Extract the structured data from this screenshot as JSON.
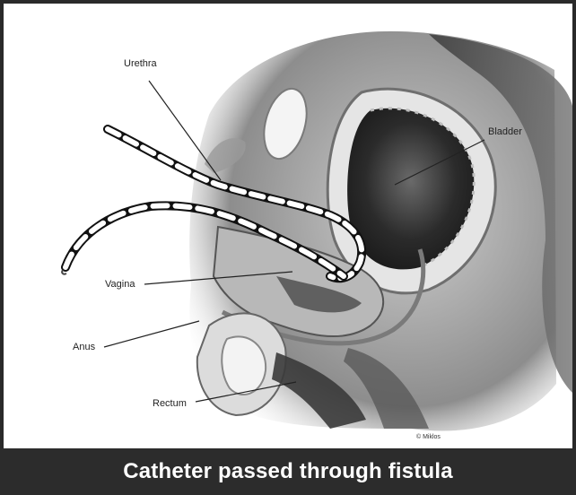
{
  "labels": {
    "urethra": "Urethra",
    "bladder": "Bladder",
    "vagina": "Vagina",
    "anus": "Anus",
    "rectum": "Rectum"
  },
  "credit": "© Miklos",
  "caption": "Catheter passed through fistula",
  "colors": {
    "frame": "#2a2a2a",
    "caption_bg": "#2c2c2c",
    "caption_text": "#ffffff",
    "tissue_dark": "#2d2d2d",
    "tissue_mid": "#8a8a8a",
    "tissue_light": "#d9d9d9"
  }
}
